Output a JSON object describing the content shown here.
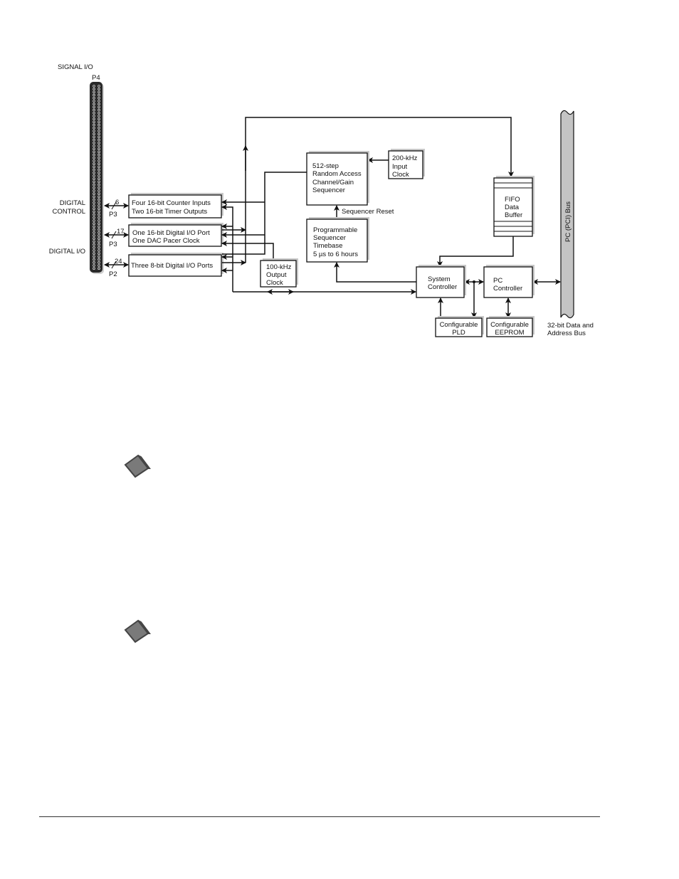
{
  "diagram": {
    "signal_io": "SIGNAL I/O",
    "p4": "P4",
    "digital_control": [
      "DIGITAL",
      "CONTROL"
    ],
    "digital_io": "DIGITAL I/O",
    "ports": [
      {
        "count": "6",
        "conn": "P3"
      },
      {
        "count": "17",
        "conn": "P3"
      },
      {
        "count": "24",
        "conn": "P2"
      }
    ],
    "counter_box": [
      "Four 16-bit Counter Inputs",
      "Two 16-bit Timer Outputs"
    ],
    "dio_box": [
      "One 16-bit Digital I/O Port",
      "One DAC Pacer Clock"
    ],
    "dio8_box": "Three 8-bit Digital I/O Ports",
    "out_clock": [
      "100-kHz",
      "Output",
      "Clock"
    ],
    "sequencer": [
      "512-step",
      "Random Access",
      "Channel/Gain",
      "Sequencer"
    ],
    "in_clock": [
      "200-kHz",
      "Input",
      "Clock"
    ],
    "seq_reset": "Sequencer Reset",
    "timebase": [
      "Programmable",
      "Sequencer",
      "Timebase",
      "5 µs to 6 hours"
    ],
    "fifo": [
      "FIFO",
      "Data",
      "Buffer"
    ],
    "sys_ctrl": [
      "System",
      "Controller"
    ],
    "pc_ctrl": [
      "PC",
      "Controller"
    ],
    "pld": [
      "Configurable",
      "PLD"
    ],
    "eeprom": [
      "Configurable",
      "EEPROM"
    ],
    "bus": "PC (PCI) Bus",
    "bus_caption": [
      "32-bit Data and",
      "Address Bus"
    ]
  },
  "icons": [
    "reference-book-icon",
    "reference-book-icon"
  ]
}
